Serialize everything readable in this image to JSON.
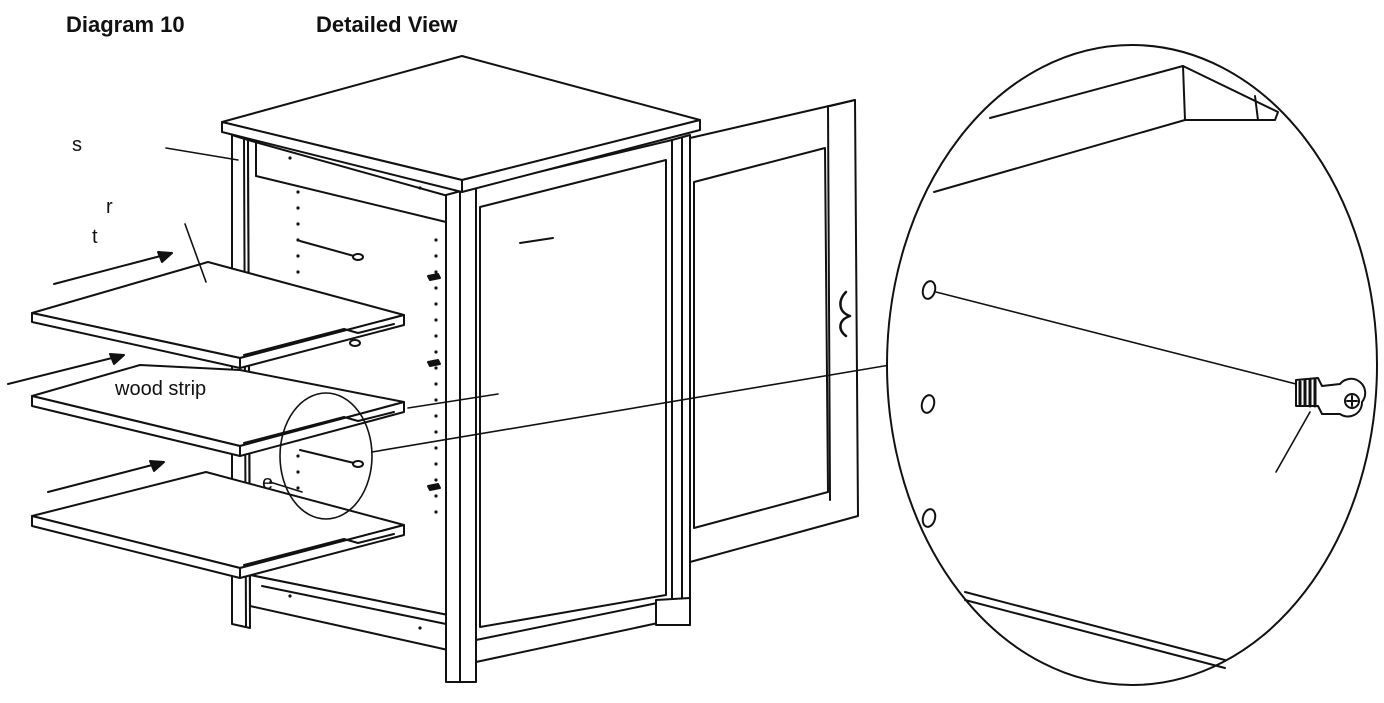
{
  "titles": {
    "diagram": "Diagram 10",
    "detail": "Detailed View"
  },
  "labels": {
    "s": "s",
    "r": "r",
    "t": "t",
    "wood_strip": "wood strip",
    "e": "e"
  },
  "colors": {
    "line": "#111111",
    "panel": "#ffffff"
  }
}
